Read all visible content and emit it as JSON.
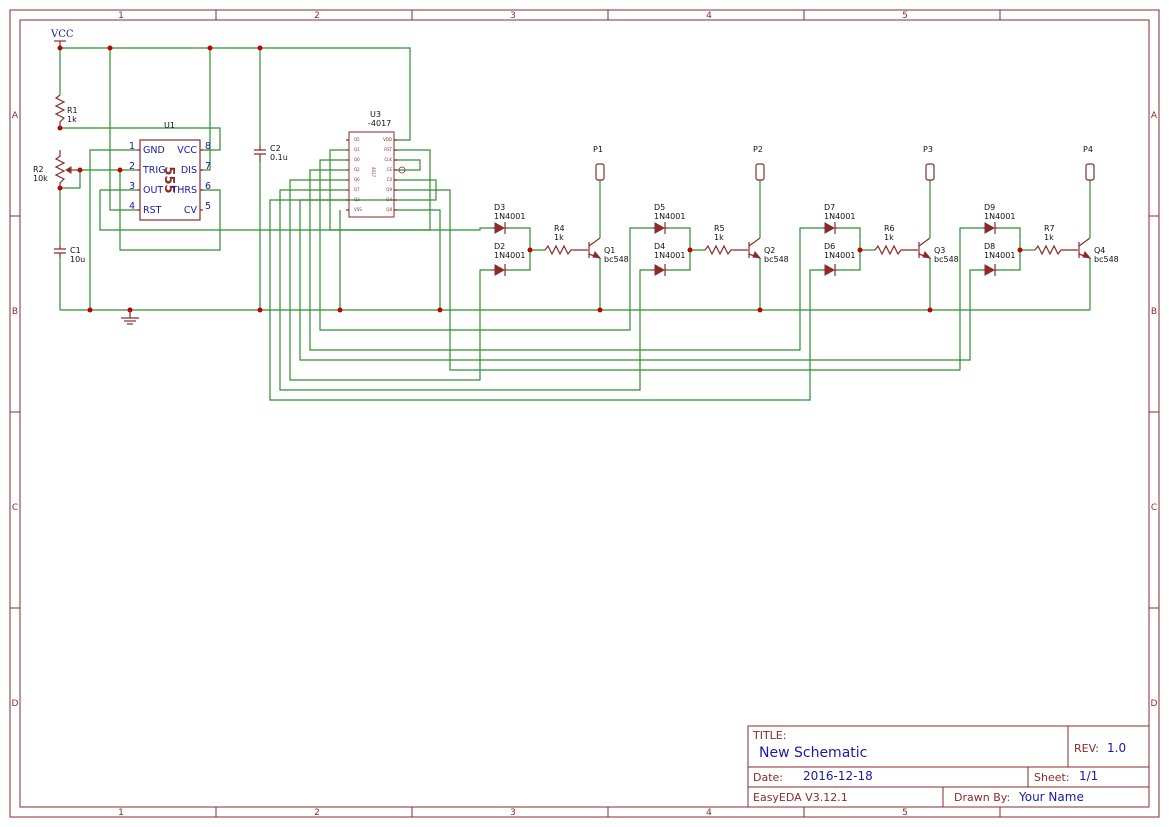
{
  "frame": {
    "col_labels": [
      "1",
      "2",
      "3",
      "4",
      "5"
    ],
    "row_labels": [
      "A",
      "B",
      "C",
      "D"
    ]
  },
  "supply": {
    "vcc_label": "VCC"
  },
  "components": {
    "r1": {
      "ref": "R1",
      "value": "1k"
    },
    "r2": {
      "ref": "R2",
      "value": "10k"
    },
    "c1": {
      "ref": "C1",
      "value": "10u"
    },
    "c2": {
      "ref": "C2",
      "value": "0.1u"
    },
    "u1": {
      "ref": "U1",
      "name": "555",
      "left_pins": [
        {
          "num": "1",
          "name": "GND"
        },
        {
          "num": "2",
          "name": "TRIG"
        },
        {
          "num": "3",
          "name": "OUT"
        },
        {
          "num": "4",
          "name": "RST"
        }
      ],
      "right_pins": [
        {
          "num": "8",
          "name": "VCC"
        },
        {
          "num": "7",
          "name": "DIS"
        },
        {
          "num": "6",
          "name": "THRS"
        },
        {
          "num": "5",
          "name": "CV"
        }
      ]
    },
    "u3": {
      "ref": "U3",
      "value": "-4017",
      "name": "4017",
      "left_pins": [
        "Q5",
        "Q1",
        "Q0",
        "Q2",
        "Q6",
        "Q7",
        "Q3",
        "VSS"
      ],
      "right_pins": [
        "VDD",
        "RST",
        "CLK",
        "CE",
        "C0",
        "Q9",
        "Q4",
        "Q8"
      ]
    },
    "stages": [
      {
        "d_top": {
          "ref": "D3",
          "value": "1N4001"
        },
        "d_bot": {
          "ref": "D2",
          "value": "1N4001"
        },
        "r": {
          "ref": "R4",
          "value": "1k"
        },
        "q": {
          "ref": "Q1",
          "value": "bc548"
        },
        "p": {
          "ref": "P1"
        }
      },
      {
        "d_top": {
          "ref": "D5",
          "value": "1N4001"
        },
        "d_bot": {
          "ref": "D4",
          "value": "1N4001"
        },
        "r": {
          "ref": "R5",
          "value": "1k"
        },
        "q": {
          "ref": "Q2",
          "value": "bc548"
        },
        "p": {
          "ref": "P2"
        }
      },
      {
        "d_top": {
          "ref": "D7",
          "value": "1N4001"
        },
        "d_bot": {
          "ref": "D6",
          "value": "1N4001"
        },
        "r": {
          "ref": "R6",
          "value": "1k"
        },
        "q": {
          "ref": "Q3",
          "value": "bc548"
        },
        "p": {
          "ref": "P3"
        }
      },
      {
        "d_top": {
          "ref": "D9",
          "value": "1N4001"
        },
        "d_bot": {
          "ref": "D8",
          "value": "1N4001"
        },
        "r": {
          "ref": "R7",
          "value": "1k"
        },
        "q": {
          "ref": "Q4",
          "value": "bc548"
        },
        "p": {
          "ref": "P4"
        }
      }
    ]
  },
  "title_block": {
    "title_label": "TITLE:",
    "title": "New Schematic",
    "rev_label": "REV:",
    "rev": "1.0",
    "date_label": "Date:",
    "date": "2016-12-18",
    "sheet_label": "Sheet:",
    "sheet": "1/1",
    "tool": "EasyEDA V3.12.1",
    "drawn_label": "Drawn By:",
    "drawn_by": "Your Name"
  }
}
